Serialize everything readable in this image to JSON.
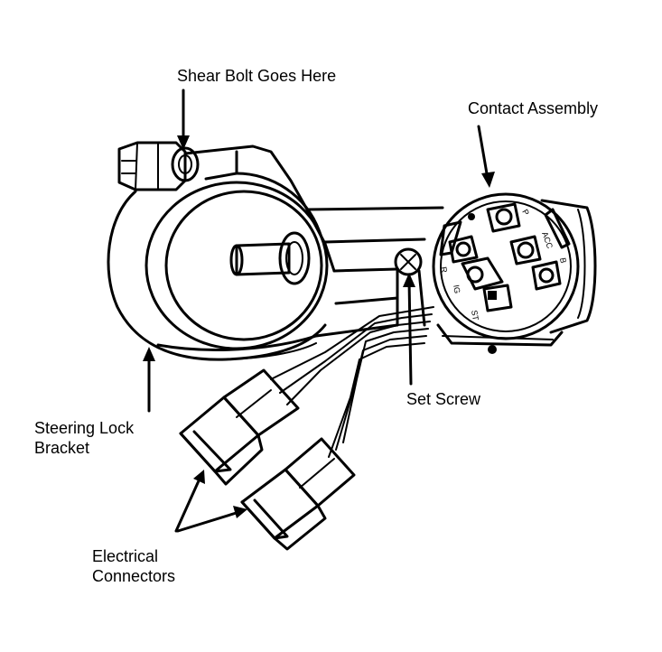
{
  "labels": {
    "shear_bolt": "Shear Bolt Goes Here",
    "contact_assembly": "Contact Assembly",
    "set_screw": "Set Screw",
    "steering_lock_line1": "Steering Lock",
    "steering_lock_line2": "Bracket",
    "electrical_line1": "Electrical",
    "electrical_line2": "Connectors"
  },
  "terminal_marks": {
    "p": "P",
    "acc": "ACC",
    "r": "R",
    "b": "B",
    "ig": "IG",
    "st": "ST"
  }
}
